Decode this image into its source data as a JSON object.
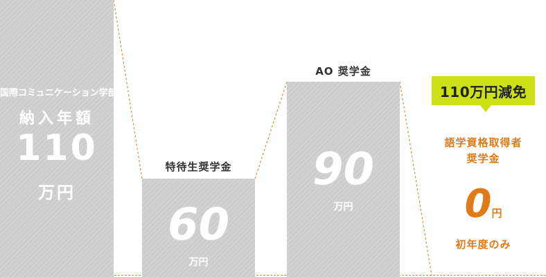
{
  "chart_data": {
    "type": "bar",
    "unit": "万円",
    "bars": [
      {
        "label_top": "",
        "label_inside_line1": "国際コミュニケーション学部",
        "label_inside_line2": "納入年額",
        "value": 110,
        "value_text": "110",
        "unit_text": "万円"
      },
      {
        "label_top": "特待生奨学金",
        "value": 60,
        "value_text": "60",
        "unit_text": "万円"
      },
      {
        "label_top": "AO 奨学金",
        "value": 90,
        "value_text": "90",
        "unit_text": "万円"
      },
      {
        "label_top": "",
        "value": 0,
        "value_text": "0",
        "unit_text": "円"
      }
    ]
  },
  "badge": {
    "text": "110万円減免"
  },
  "result": {
    "line1": "語学資格取得者",
    "line2": "奨学金",
    "value": "0",
    "unit": "円",
    "note": "初年度のみ"
  },
  "colors": {
    "bar": "#cdcdcd",
    "badge": "#cde015",
    "accent": "#e07a16",
    "connector": "#d88a3a"
  }
}
